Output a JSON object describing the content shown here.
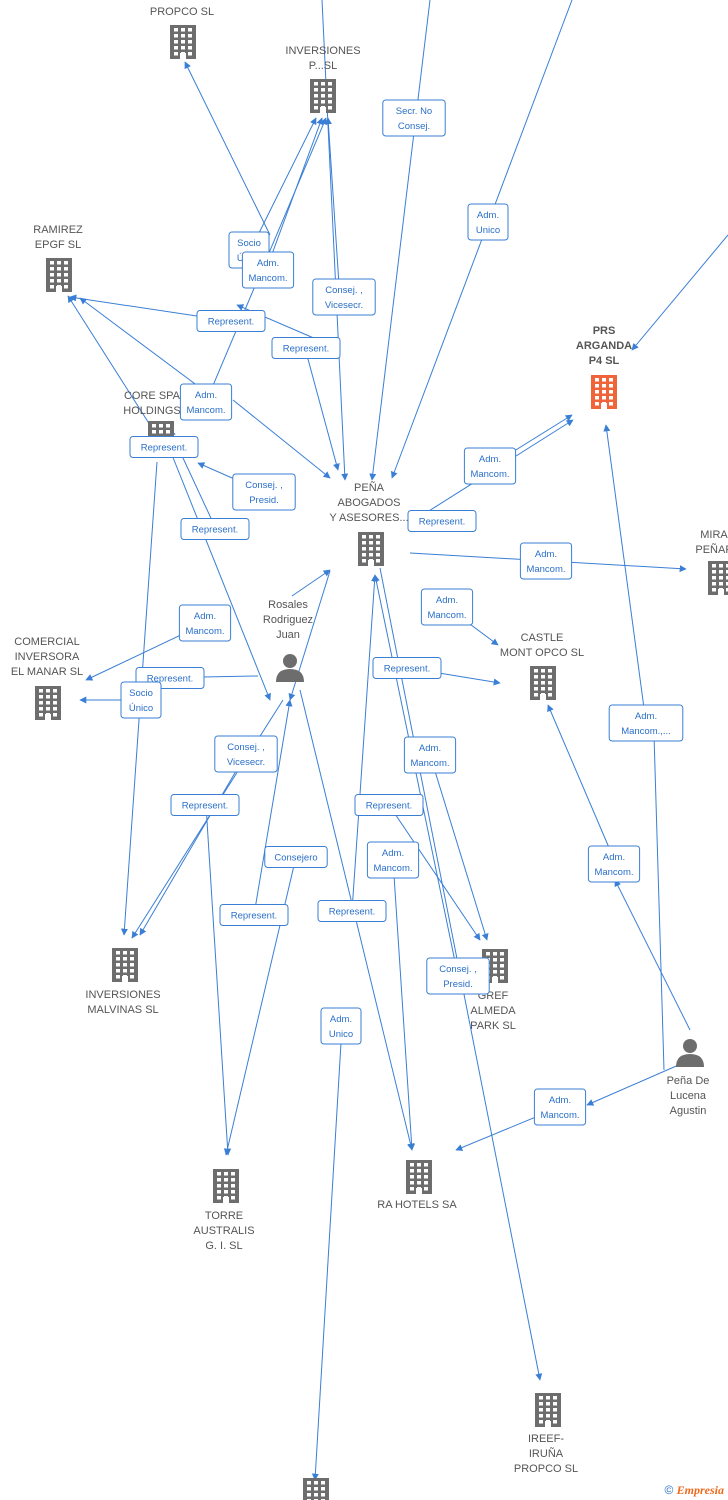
{
  "nodes": [
    {
      "id": "propco",
      "kind": "company",
      "lines": [
        "PROPCO  SL"
      ],
      "highlight": false
    },
    {
      "id": "inversiones_p",
      "kind": "company",
      "lines": [
        "INVERSIONES",
        "P...SL"
      ],
      "highlight": false
    },
    {
      "id": "ramirez",
      "kind": "company",
      "lines": [
        "RAMIREZ",
        "EPGF SL"
      ],
      "highlight": false
    },
    {
      "id": "prs",
      "kind": "company",
      "lines": [
        "PRS",
        "ARGANDA",
        "P4  SL"
      ],
      "highlight": true
    },
    {
      "id": "core_spa",
      "kind": "company",
      "lines": [
        "CORE SPA",
        "HOLDINGS"
      ],
      "highlight": false
    },
    {
      "id": "pena_abog",
      "kind": "company",
      "lines": [
        "PEÑA",
        "ABOGADOS",
        "Y ASESORES..."
      ],
      "highlight": false
    },
    {
      "id": "mirar",
      "kind": "company",
      "lines": [
        "MIRAN",
        "PEÑARA"
      ],
      "highlight": false
    },
    {
      "id": "comercial",
      "kind": "company",
      "lines": [
        "COMERCIAL",
        "INVERSORA",
        "EL MANAR SL"
      ],
      "highlight": false
    },
    {
      "id": "rosales",
      "kind": "person",
      "lines": [
        "Rosales",
        "Rodriguez",
        "Juan"
      ],
      "highlight": false
    },
    {
      "id": "castle",
      "kind": "company",
      "lines": [
        "CASTLE",
        "MONT OPCO  SL"
      ],
      "highlight": false
    },
    {
      "id": "inv_malvinas",
      "kind": "company",
      "lines": [
        "INVERSIONES",
        "MALVINAS  SL"
      ],
      "highlight": false
    },
    {
      "id": "gref",
      "kind": "company",
      "lines": [
        "GREF",
        "ALMEDA",
        "PARK  SL"
      ],
      "highlight": false
    },
    {
      "id": "pena_lucena",
      "kind": "person",
      "lines": [
        "Peña De",
        "Lucena",
        "Agustin"
      ],
      "highlight": false
    },
    {
      "id": "torre",
      "kind": "company",
      "lines": [
        "TORRE",
        "AUSTRALIS",
        "G. I.  SL"
      ],
      "highlight": false
    },
    {
      "id": "ra_hotels",
      "kind": "company",
      "lines": [
        "RA HOTELS SA"
      ],
      "highlight": false
    },
    {
      "id": "ireef",
      "kind": "company",
      "lines": [
        "IREEF-",
        "IRUÑA",
        "PROPCO  SL"
      ],
      "highlight": false
    },
    {
      "id": "bottom",
      "kind": "company",
      "lines": [],
      "highlight": false
    }
  ],
  "edge_labels": [
    [
      "Adm.",
      "Unico"
    ],
    [
      "Secr.  No",
      "Consej."
    ],
    [
      "Adm.",
      "Unico"
    ],
    [
      "Socio",
      "Único"
    ],
    [
      "Adm.",
      "Mancom."
    ],
    [
      "Consej. ,",
      "Vicesecr."
    ],
    [
      "Represent."
    ],
    [
      "Represent."
    ],
    [
      "Adm.",
      "Mancom."
    ],
    [
      "Represent."
    ],
    [
      "Consej. ,",
      "Presid."
    ],
    [
      "Adm.",
      "Mancom."
    ],
    [
      "Represent."
    ],
    [
      "Represent."
    ],
    [
      "Adm.",
      "Mancom."
    ],
    [
      "Adm.",
      "Mancom."
    ],
    [
      "Adm.",
      "Mancom."
    ],
    [
      "Represent."
    ],
    [
      "Socio",
      "Único"
    ],
    [
      "Represent."
    ],
    [
      "Adm.",
      "Mancom.,..."
    ],
    [
      "Consej. ,",
      "Vicesecr."
    ],
    [
      "Adm.",
      "Mancom."
    ],
    [
      "Represent."
    ],
    [
      "Represent."
    ],
    [
      "Consejero"
    ],
    [
      "Adm.",
      "Mancom."
    ],
    [
      "Adm.",
      "Mancom."
    ],
    [
      "Represent."
    ],
    [
      "Represent."
    ],
    [
      "Consej. ,",
      "Presid."
    ],
    [
      "Adm.",
      "Unico"
    ],
    [
      "Adm.",
      "Mancom."
    ]
  ],
  "colors": {
    "edge": "#3a7fd5",
    "node": "#6d6d6d",
    "highlight": "#f0643a",
    "label_text": "#2a6fc9"
  },
  "footer": {
    "copyright": "©",
    "brand": "Empresia"
  }
}
